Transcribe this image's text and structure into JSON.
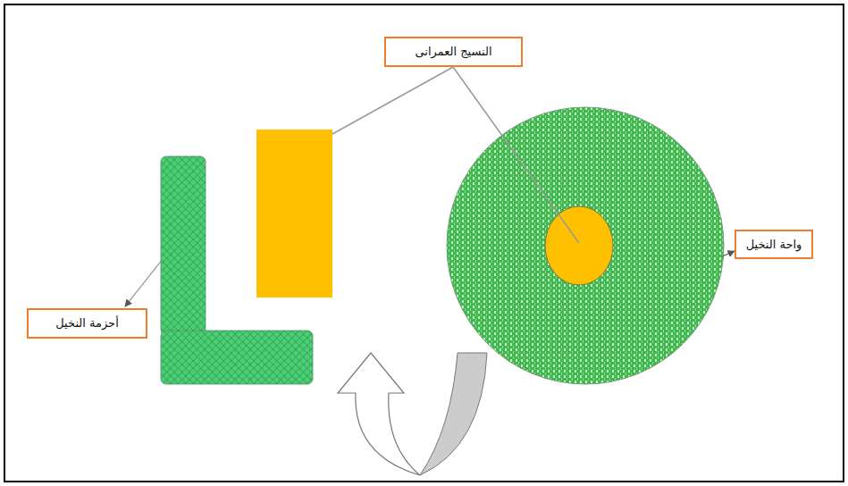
{
  "diagram": {
    "nodes": [
      {
        "text": [
          "النسيج العمرانى"
        ]
      },
      {
        "text": [
          "واحة النخيل"
        ]
      },
      {
        "text": [
          "أحزمة النخيل"
        ]
      }
    ]
  }
}
